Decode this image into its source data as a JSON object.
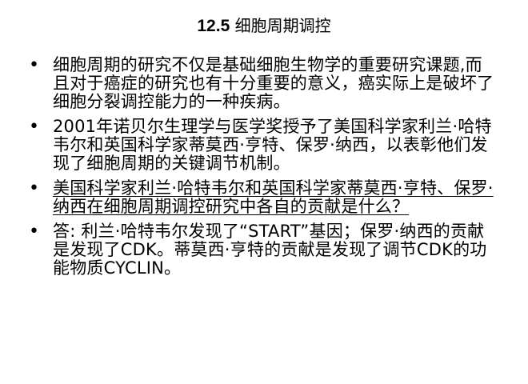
{
  "slide": {
    "title_number": "12.5",
    "title_text": "细胞周期调控",
    "bullets": [
      {
        "text": "细胞周期的研究不仅是基础细胞生物学的重要研究课题,而且对于癌症的研究也有十分重要的意义，癌实际上是破坏了细胞分裂调控能力的一种疾病。",
        "underline": false
      },
      {
        "text": "2001年诺贝尔生理学与医学奖授予了美国科学家利兰·哈特韦尔和英国科学家蒂莫西·亨特、保罗·纳西，以表彰他们发现了细胞周期的关键调节机制。",
        "underline": false
      },
      {
        "text": "美国科学家利兰·哈特韦尔和英国科学家蒂莫西·亨特、保罗·纳西在细胞周期调控研究中各自的贡献是什么？ ",
        "underline": true
      },
      {
        "text": "答: 利兰·哈特韦尔发现了“START”基因；保罗·纳西的贡献是发现了CDK。蒂莫西·亨特的贡献是发现了调节CDK的功能物质CYCLIN。",
        "underline": false
      }
    ],
    "bullet_marker": "•"
  }
}
